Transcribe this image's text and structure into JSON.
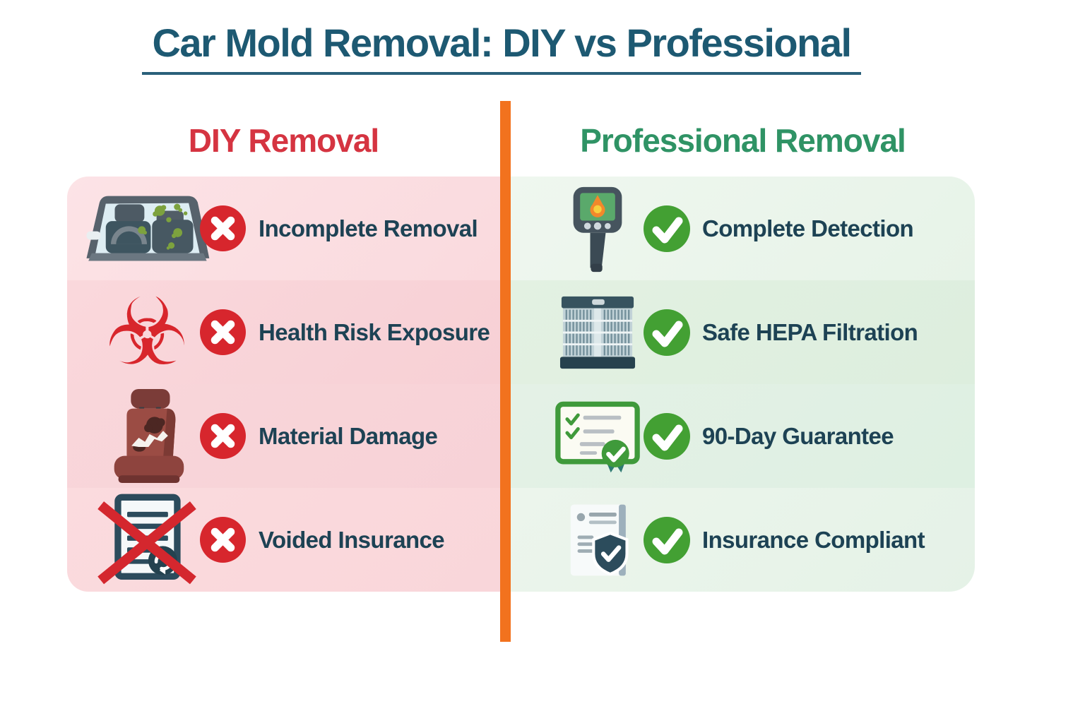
{
  "title": "Car Mold Removal: DIY vs Professional",
  "title_color": "#1d5972",
  "divider_color": "#f2721e",
  "label_color": "#1d4254",
  "badge_colors": {
    "cross": "#d7262d",
    "check": "#43a033"
  },
  "columns": {
    "diy": {
      "heading": "DIY Removal",
      "heading_color": "#d53441",
      "badge": "cross",
      "rows": [
        {
          "label": "Incomplete Removal",
          "icon": "moldy-car-interior-icon"
        },
        {
          "label": "Health Risk Exposure",
          "icon": "biohazard-icon",
          "glyph": "☣"
        },
        {
          "label": "Material Damage",
          "icon": "damaged-seat-icon"
        },
        {
          "label": "Voided Insurance",
          "icon": "voided-document-icon"
        }
      ]
    },
    "professional": {
      "heading": "Professional Removal",
      "heading_color": "#2f9365",
      "badge": "check",
      "rows": [
        {
          "label": "Complete Detection",
          "icon": "thermal-camera-icon"
        },
        {
          "label": "Safe HEPA Filtration",
          "icon": "hepa-filter-icon"
        },
        {
          "label": "90-Day Guarantee",
          "icon": "guarantee-certificate-icon"
        },
        {
          "label": "Insurance Compliant",
          "icon": "shield-document-icon"
        }
      ]
    }
  }
}
